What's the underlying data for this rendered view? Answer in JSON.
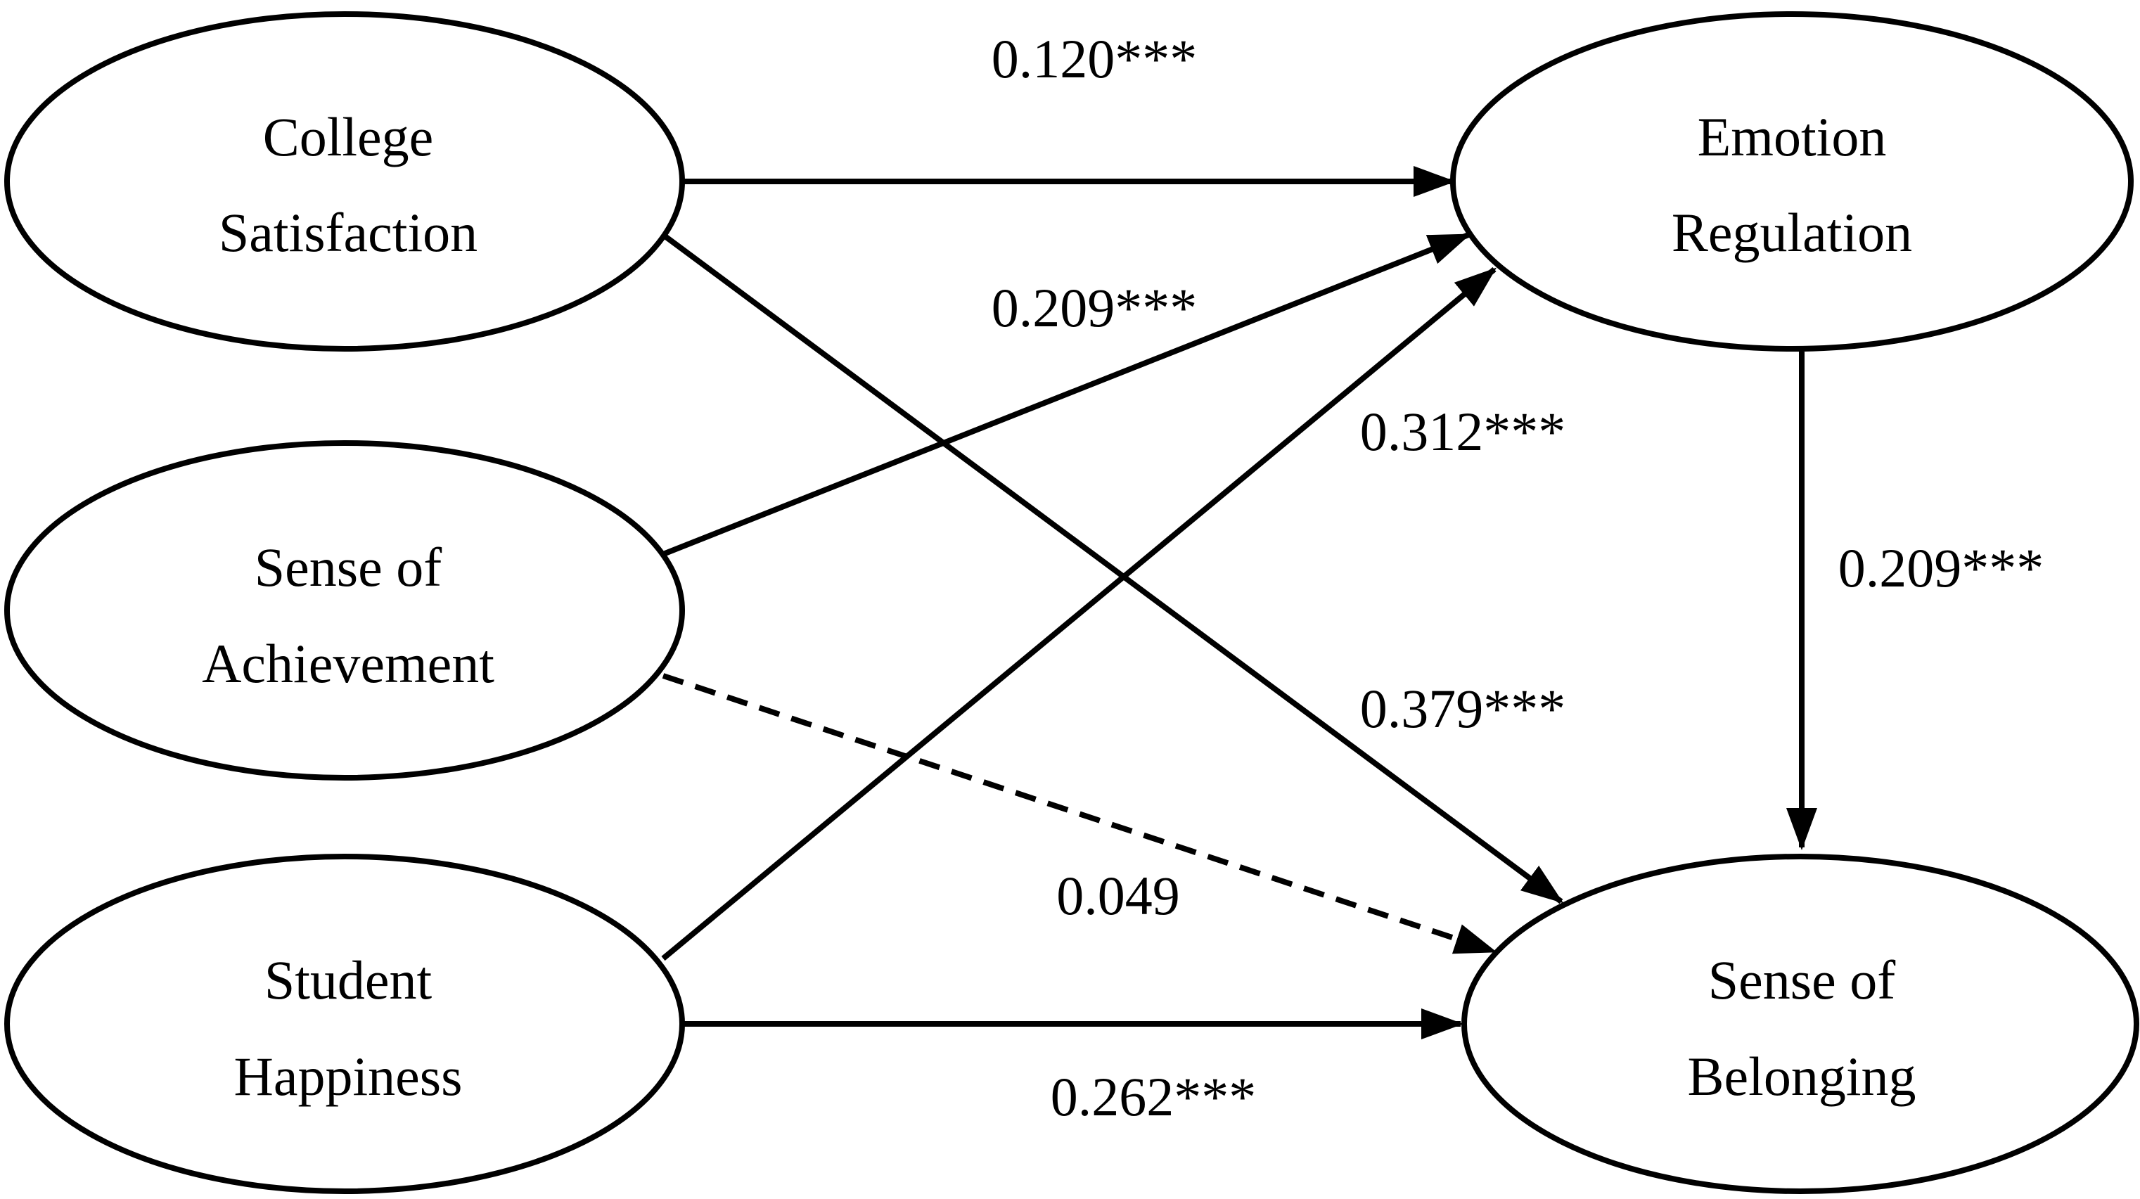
{
  "nodes": {
    "college_satisfaction": {
      "line1": "College",
      "line2": "Satisfaction"
    },
    "sense_of_achievement": {
      "line1": "Sense of",
      "line2": "Achievement"
    },
    "student_happiness": {
      "line1": "Student",
      "line2": "Happiness"
    },
    "emotion_regulation": {
      "line1": "Emotion",
      "line2": "Regulation"
    },
    "sense_of_belonging": {
      "line1": "Sense of",
      "line2": "Belonging"
    }
  },
  "edges": [
    {
      "id": "cs_er",
      "from": "college_satisfaction",
      "to": "emotion_regulation",
      "coefficient": "0.120***",
      "significant": true
    },
    {
      "id": "sa_er",
      "from": "sense_of_achievement",
      "to": "emotion_regulation",
      "coefficient": "0.209***",
      "significant": true
    },
    {
      "id": "sh_er",
      "from": "student_happiness",
      "to": "emotion_regulation",
      "coefficient": "0.312***",
      "significant": true
    },
    {
      "id": "cs_sb",
      "from": "college_satisfaction",
      "to": "sense_of_belonging",
      "coefficient": "0.379***",
      "significant": true
    },
    {
      "id": "sa_sb",
      "from": "sense_of_achievement",
      "to": "sense_of_belonging",
      "coefficient": "0.049",
      "significant": false
    },
    {
      "id": "sh_sb",
      "from": "student_happiness",
      "to": "sense_of_belonging",
      "coefficient": "0.262***",
      "significant": true
    },
    {
      "id": "er_sb",
      "from": "emotion_regulation",
      "to": "sense_of_belonging",
      "coefficient": "0.209***",
      "significant": true
    }
  ],
  "colors": {
    "stroke": "#000000",
    "background": "#ffffff"
  }
}
